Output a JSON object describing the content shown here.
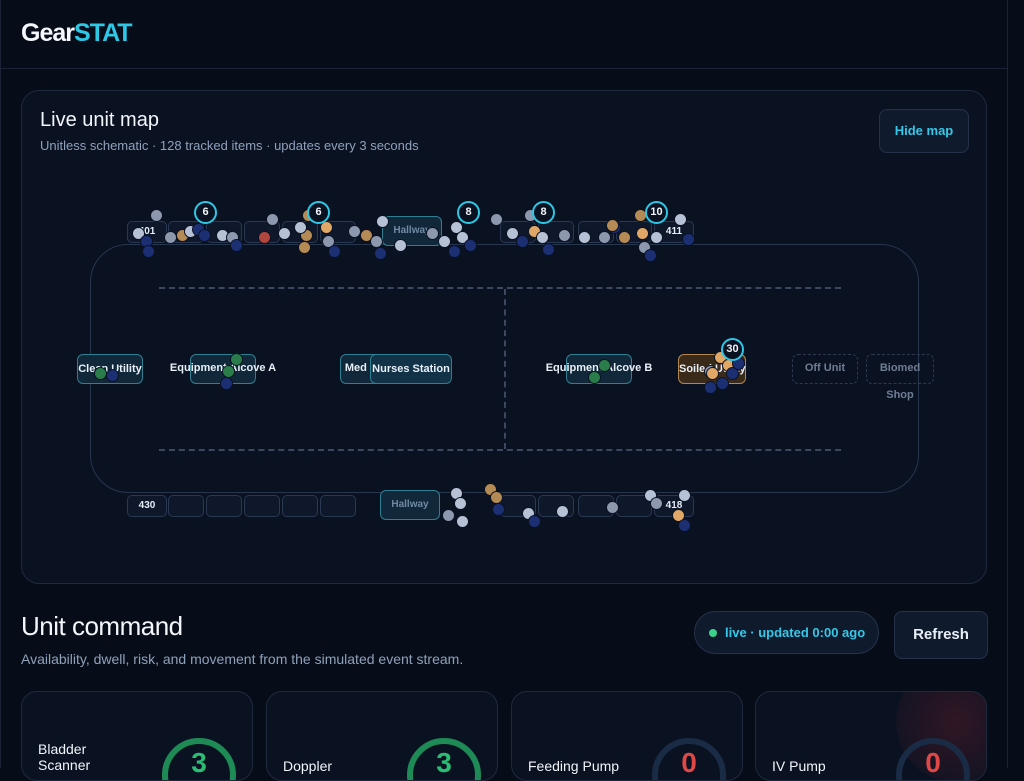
{
  "app": {
    "logo_part1": "Gear",
    "logo_part2": "STAT"
  },
  "map": {
    "title": "Live unit map",
    "subtitle": "Unitless schematic · 128 tracked items · updates every 3 seconds",
    "hide_label": "Hide map",
    "rooms": {
      "r401": "401",
      "r430": "430",
      "r418": "418",
      "r411": "411",
      "hallway": "Hallway"
    },
    "areas": {
      "clean_utility": "Clean Utility",
      "equip_a": "Equipment Alcove A",
      "med_room": "Med Room",
      "nurses_station": "Nurses Station",
      "equip_b": "Equipment Alcove B",
      "soiled_utility": "Soiled Utility",
      "off_unit": "Off Unit",
      "biomed_shop": "Biomed Shop"
    },
    "cluster_counts": [
      "6",
      "6",
      "8",
      "8",
      "10",
      "30"
    ]
  },
  "command": {
    "title": "Unit command",
    "subtitle": "Availability, dwell, risk, and movement from the simulated event stream.",
    "status": "live · updated 0:00 ago",
    "refresh_label": "Refresh"
  },
  "cards": [
    {
      "label": "Bladder Scanner",
      "value": "3"
    },
    {
      "label": "Doppler",
      "value": "3"
    },
    {
      "label": "Feeding Pump",
      "value": "0"
    },
    {
      "label": "IV Pump",
      "value": "0"
    }
  ],
  "colors": {
    "accent": "#2ec7e6",
    "live": "#3bd38c",
    "ok": "#2bbd73",
    "alert": "#e04848"
  }
}
